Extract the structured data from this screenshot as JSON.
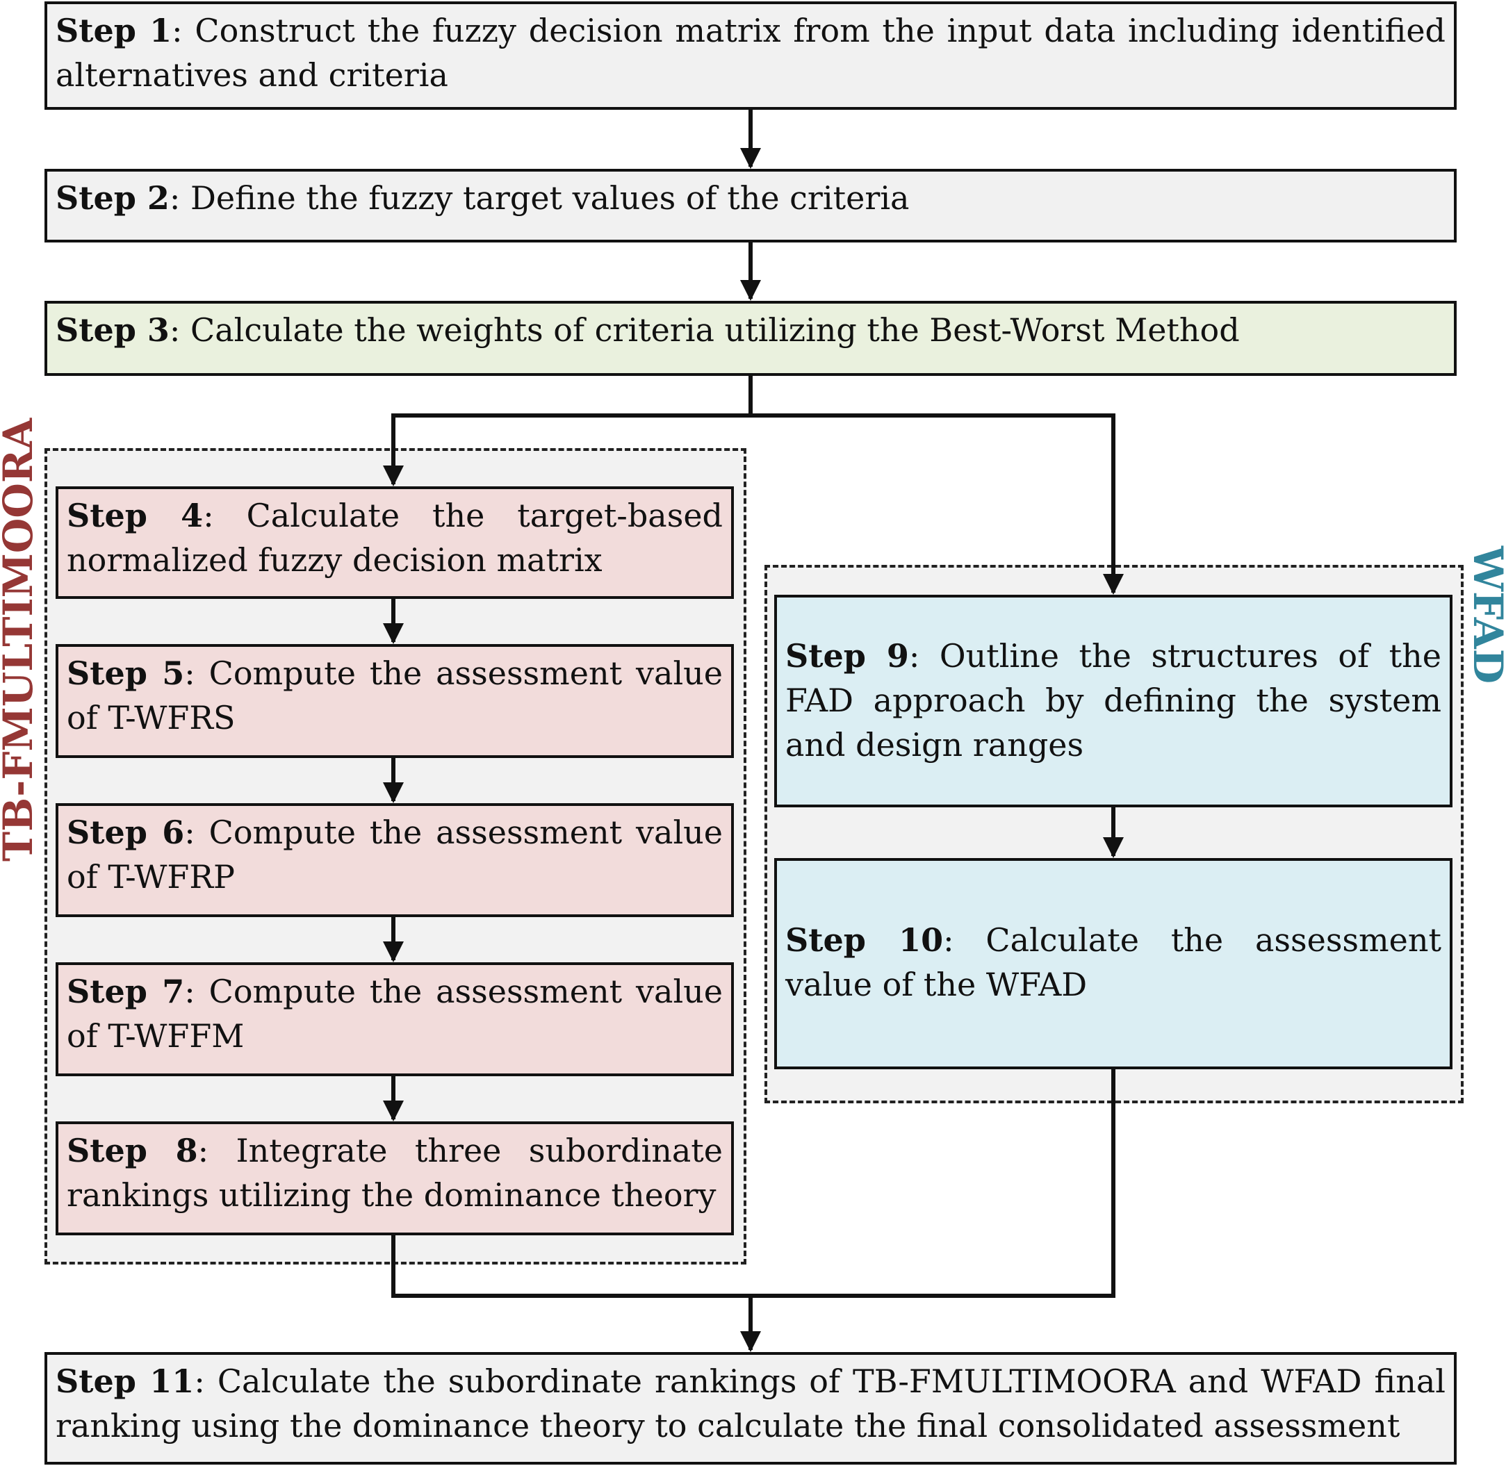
{
  "groups": {
    "left_label": "TB-FMULTIMOORA",
    "right_label": "WFAD"
  },
  "steps": [
    {
      "num": "Step 1",
      "text": ": Construct the fuzzy decision matrix from the input data including identified alternatives and criteria"
    },
    {
      "num": "Step 2",
      "text": ": Define the fuzzy target values of the criteria"
    },
    {
      "num": "Step 3",
      "text": ": Calculate the weights of criteria utilizing the Best-Worst Method"
    },
    {
      "num": "Step 4",
      "text": ": Calculate the target-based normalized fuzzy decision matrix"
    },
    {
      "num": "Step 5",
      "text": ": Compute the assessment value of T-WFRS"
    },
    {
      "num": "Step 6",
      "text": ": Compute the assessment value of T-WFRP"
    },
    {
      "num": "Step 7",
      "text": ": Compute the assessment value of T-WFFM"
    },
    {
      "num": "Step 8",
      "text": ": Integrate three subordinate rankings utilizing the dominance theory"
    },
    {
      "num": "Step 9",
      "text": ": Outline the structures of the FAD approach by defining the system and design ranges"
    },
    {
      "num": "Step 10",
      "text": ": Calculate the assessment value of the WFAD"
    },
    {
      "num": "Step 11",
      "text": ": Calculate the subordinate rankings of TB-FMULTIMOORA and WFAD final ranking using the dominance theory to calculate the final consolidated assessment"
    }
  ],
  "colors": {
    "neutral": "#f1f1f1",
    "weights": "#eaf1de",
    "tb_fmultimoora": "#f2dcdb",
    "wfad": "#dbeef3",
    "left_label": "#953735",
    "right_label": "#31859c"
  }
}
